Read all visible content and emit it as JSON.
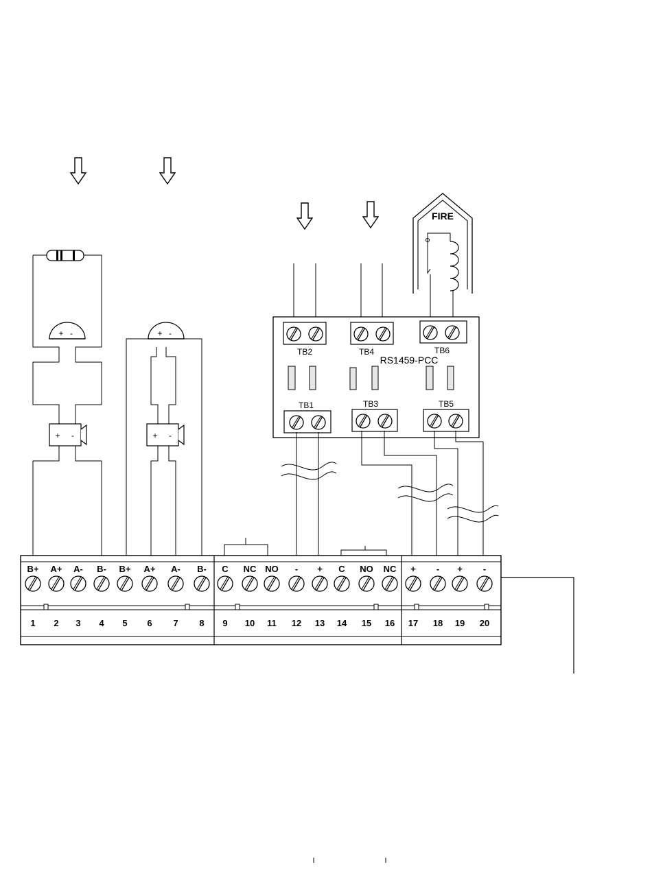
{
  "terminal_strip": {
    "terminals": [
      {
        "label": "B+",
        "number": "1"
      },
      {
        "label": "A+",
        "number": "2"
      },
      {
        "label": "A-",
        "number": "3"
      },
      {
        "label": "B-",
        "number": "4"
      },
      {
        "label": "B+",
        "number": "5"
      },
      {
        "label": "A+",
        "number": "6"
      },
      {
        "label": "A-",
        "number": "7"
      },
      {
        "label": "B-",
        "number": "8"
      },
      {
        "label": "C",
        "number": "9"
      },
      {
        "label": "NC",
        "number": "10"
      },
      {
        "label": "NO",
        "number": "11"
      },
      {
        "label": "-",
        "number": "12"
      },
      {
        "label": "+",
        "number": "13"
      },
      {
        "label": "C",
        "number": "14"
      },
      {
        "label": "NO",
        "number": "15"
      },
      {
        "label": "NC",
        "number": "16"
      },
      {
        "label": "+",
        "number": "17"
      },
      {
        "label": "-",
        "number": "18"
      },
      {
        "label": "+",
        "number": "19"
      },
      {
        "label": "-",
        "number": "20"
      }
    ]
  },
  "module": {
    "name": "RS1459-PCC",
    "blocks": [
      "TB2",
      "TB4",
      "TB6",
      "TB1",
      "TB3",
      "TB5"
    ]
  },
  "fire_label": "FIRE",
  "devices": {
    "polarity_plus": "+",
    "polarity_minus": "-"
  },
  "footer_marks": [
    "I",
    "I"
  ]
}
